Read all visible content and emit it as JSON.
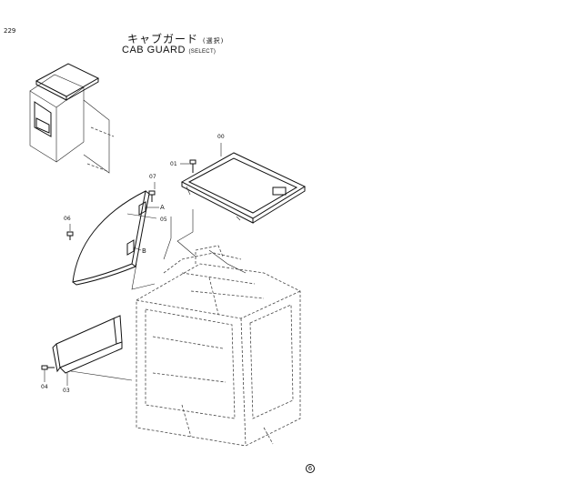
{
  "page_number": "229",
  "title": {
    "japanese": "キャブガード",
    "japanese_sub": "(選択)",
    "english": "CAB  GUARD",
    "english_sub": "(SELECT)"
  },
  "part_labels": {
    "p00": "00",
    "p01": "01",
    "p03": "03",
    "p04": "04",
    "p05": "05",
    "p06": "06",
    "p07": "07",
    "ref_a": "A",
    "ref_b": "B"
  },
  "page_mark": "6"
}
